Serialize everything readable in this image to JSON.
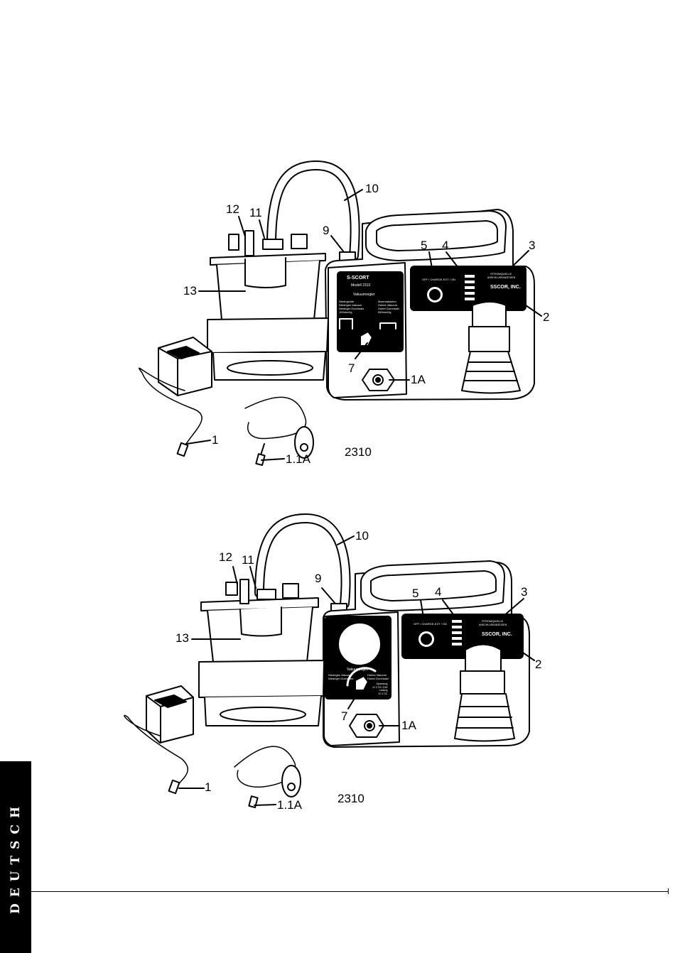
{
  "side_tab": {
    "language": "DEUTSCH"
  },
  "figures": [
    {
      "model_label": "2310",
      "callouts": {
        "c10": "10",
        "c12": "12",
        "c11": "11",
        "c9": "9",
        "c5": "5",
        "c4": "4",
        "c3": "3",
        "c13": "13",
        "c2": "2",
        "c7": "7",
        "c1A": "1A",
        "c1": "1",
        "c11A": "1.1A"
      },
      "panel": {
        "brand": "S-SCORT",
        "model": "Modell 2310",
        "regulator": "Vakuumregler",
        "left_col": [
          "Niedrigstufe",
          "Niedriges Vakuum",
          "Niedriger Durchsatz",
          "100mmHg"
        ],
        "right_col": [
          "Maximalstufen",
          "Hohes Vakuum",
          "Hoher Durchsatz",
          "550mmHg"
        ]
      },
      "switch_panel": {
        "switch_label": "OFF / CHARGE-EXT / ON",
        "power_source": "STROMQUELLE",
        "power_source_sub": "ANSCHLUSSANZEIGEN",
        "brand": "SSCOR, INC."
      }
    },
    {
      "model_label": "2310",
      "callouts": {
        "c10": "10",
        "c12": "12",
        "c11": "11",
        "c9": "9",
        "c5": "5",
        "c4": "4",
        "c3": "3",
        "c13": "13",
        "c2": "2",
        "c7": "7",
        "c1A": "1A",
        "c1": "1",
        "c11A": "1.1A"
      },
      "panel": {
        "regulator": "Vakuumregler",
        "left_col": [
          "Niedriges Vakuum",
          "Niedriger Durchsatz"
        ],
        "right_col": [
          "Hohes Vakuum",
          "Hoher Durchsatz"
        ],
        "specs": [
          "Spannung",
          "12 V DC  3,5A",
          "Ladung",
          "12 V DC"
        ]
      },
      "switch_panel": {
        "switch_label": "OFF / CHARGE-EXT / ON",
        "power_source": "STROMQUELLE",
        "power_source_sub": "ANSCHLUSSANZEIGEN",
        "brand": "SSCOR, INC."
      }
    }
  ]
}
